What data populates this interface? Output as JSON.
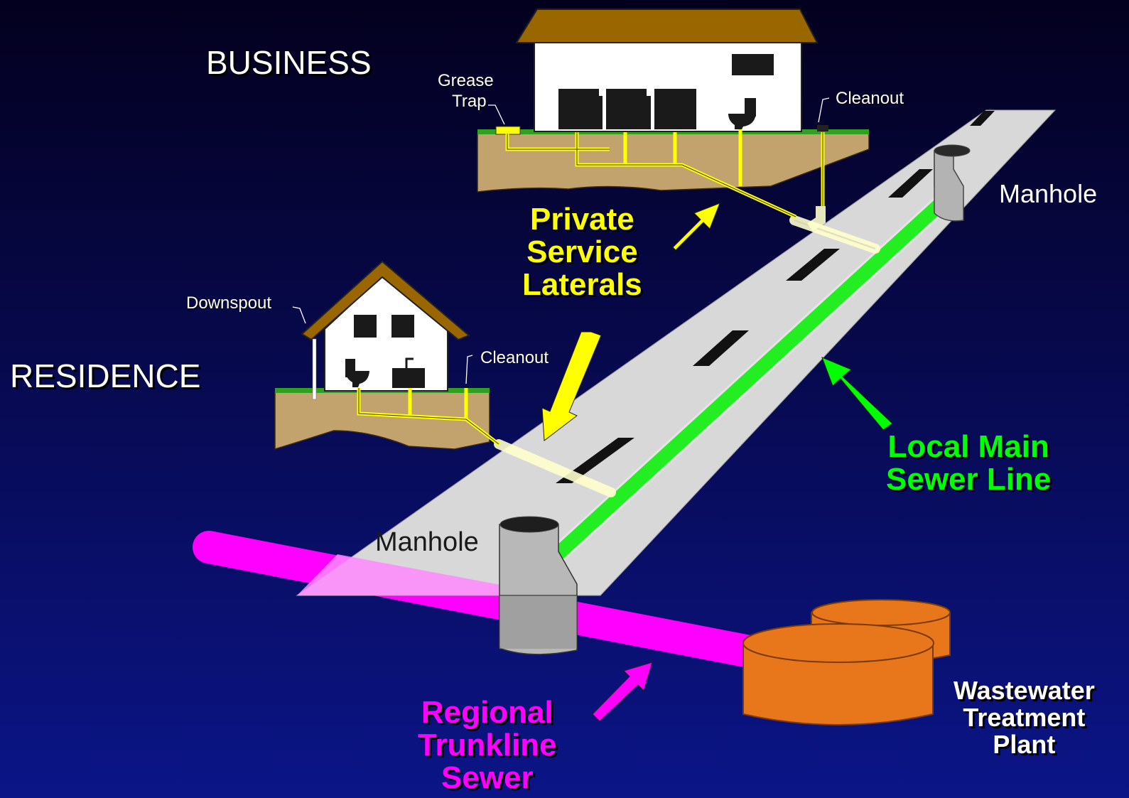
{
  "labels": {
    "business": "BUSINESS",
    "residence": "RESIDENCE",
    "grease_trap_1": "Grease",
    "grease_trap_2": "Trap",
    "cleanout_business": "Cleanout",
    "cleanout_residence": "Cleanout",
    "downspout": "Downspout",
    "manhole_right": "Manhole",
    "manhole_left": "Manhole",
    "private_laterals": [
      "Private",
      "Service",
      "Laterals"
    ],
    "local_main": [
      "Local Main",
      "Sewer Line"
    ],
    "regional_trunkline": [
      "Regional",
      "Trunkline",
      "Sewer"
    ],
    "treatment_plant": [
      "Wastewater",
      "Treatment",
      "Plant"
    ]
  },
  "colors": {
    "private_lateral": "#ffff00",
    "local_main": "#22ee22",
    "trunkline": "#ff00ff",
    "plant": "#e8771c",
    "road": "#d8d8d8",
    "soil": "#c2a36e",
    "grass": "#2fa11f",
    "roof": "#996600"
  }
}
